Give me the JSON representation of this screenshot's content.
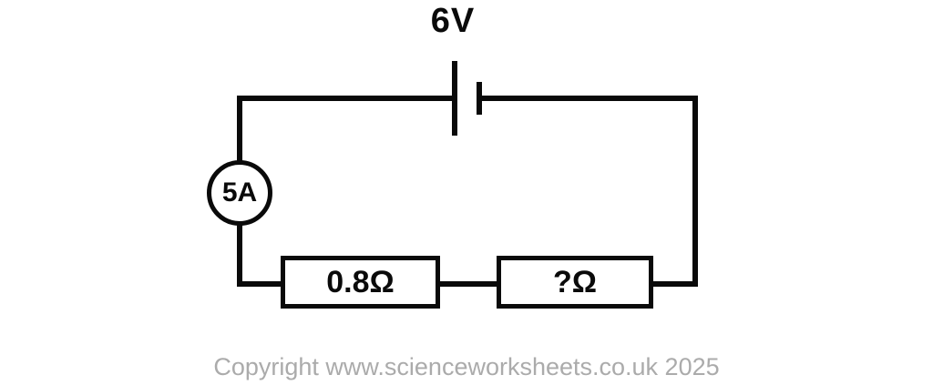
{
  "circuit": {
    "battery": {
      "label": "6V",
      "symbol": "battery-cell-icon"
    },
    "ammeter": {
      "label": "5A",
      "symbol": "ammeter-circle-icon"
    },
    "resistors": [
      {
        "label": "0.8Ω"
      },
      {
        "label": "?Ω"
      }
    ]
  },
  "footer": {
    "copyright": "Copyright www.scienceworksheets.co.uk 2025"
  },
  "colors": {
    "line": "#0a0a0a",
    "copyright": "#ababab",
    "background": "#ffffff"
  }
}
